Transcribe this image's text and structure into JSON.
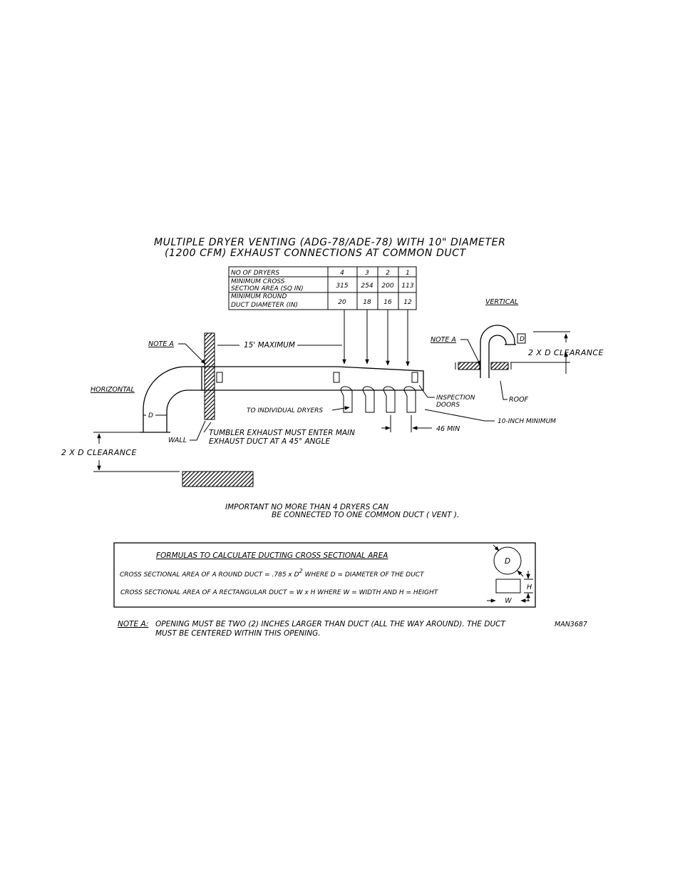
{
  "title": {
    "line1": "MULTIPLE DRYER VENTING (ADG-78/ADE-78) WITH 10\" DIAMETER",
    "line2": "(1200 CFM) EXHAUST CONNECTIONS AT COMMON DUCT"
  },
  "table": {
    "row1_label": "NO OF DRYERS",
    "row2_label_a": "MINIMUM CROSS",
    "row2_label_b": "SECTION AREA (SQ IN)",
    "row3_label_a": "MINIMUM ROUND",
    "row3_label_b": "DUCT DIAMETER (IN)",
    "dryers": [
      "4",
      "3",
      "2",
      "1"
    ],
    "area": [
      "315",
      "254",
      "200",
      "113"
    ],
    "diameter": [
      "20",
      "18",
      "16",
      "12"
    ]
  },
  "labels": {
    "vertical": "VERTICAL",
    "horizontal": "HORIZONTAL",
    "note_a_left": "NOTE A",
    "note_a_right": "NOTE A",
    "max_length": "15' MAXIMUM",
    "d_left": "D",
    "d_right": "D",
    "clearance_right": "2 X D CLEARANCE",
    "clearance_left": "2 X D CLEARANCE",
    "roof": "ROOF",
    "inspection_a": "INSPECTION",
    "inspection_b": "DOORS",
    "to_dryers": "TO INDIVIDUAL DRYERS",
    "ten_inch": "10-INCH MINIMUM",
    "spacing": "46 MIN",
    "wall": "WALL",
    "tumbler_a": "TUMBLER EXHAUST MUST ENTER MAIN",
    "tumbler_b": "EXHAUST DUCT AT A 45° ANGLE"
  },
  "important": {
    "line1": "IMPORTANT  NO MORE THAN 4 DRYERS CAN",
    "line2": "BE CONNECTED TO ONE COMMON DUCT ( VENT )."
  },
  "formulas": {
    "heading": "FORMULAS TO CALCULATE DUCTING CROSS SECTIONAL AREA",
    "round_a": "CROSS SECTIONAL AREA OF A ROUND DUCT = .785 x D",
    "round_sup": "2",
    "round_b": " WHERE D = DIAMETER OF THE DUCT",
    "rect": "CROSS SECTIONAL AREA OF A RECTANGULAR DUCT = W x H WHERE W = WIDTH AND H = HEIGHT",
    "d_symbol": "D",
    "h_symbol": "H",
    "w_symbol": "W"
  },
  "note_a": {
    "label": "NOTE A:",
    "line1": "OPENING MUST BE TWO (2) INCHES LARGER THAN DUCT (ALL THE WAY AROUND). THE DUCT",
    "line2": "MUST BE CENTERED WITHIN THIS OPENING.",
    "code": "MAN3687"
  }
}
